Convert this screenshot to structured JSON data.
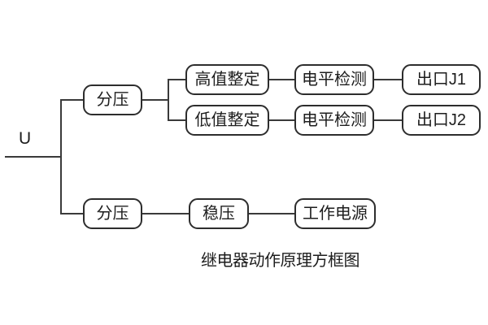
{
  "diagram": {
    "input_label": "U",
    "caption": "继电器动作原理方框图",
    "colors": {
      "background": "#ffffff",
      "line": "#3a3a3a",
      "box_border": "#2d2d2d",
      "box_fill": "#ffffff",
      "text": "#1d1d1d"
    },
    "nodes": {
      "divider_top": {
        "label": "分压"
      },
      "high_set": {
        "label": "高值整定"
      },
      "level_detect_1": {
        "label": "电平检测"
      },
      "out_j1": {
        "label": "出口J1"
      },
      "low_set": {
        "label": "低值整定"
      },
      "level_detect_2": {
        "label": "电平检测"
      },
      "out_j2": {
        "label": "出口J2"
      },
      "divider_bottom": {
        "label": "分压"
      },
      "regulator": {
        "label": "稳压"
      },
      "power": {
        "label": "工作电源"
      }
    }
  }
}
